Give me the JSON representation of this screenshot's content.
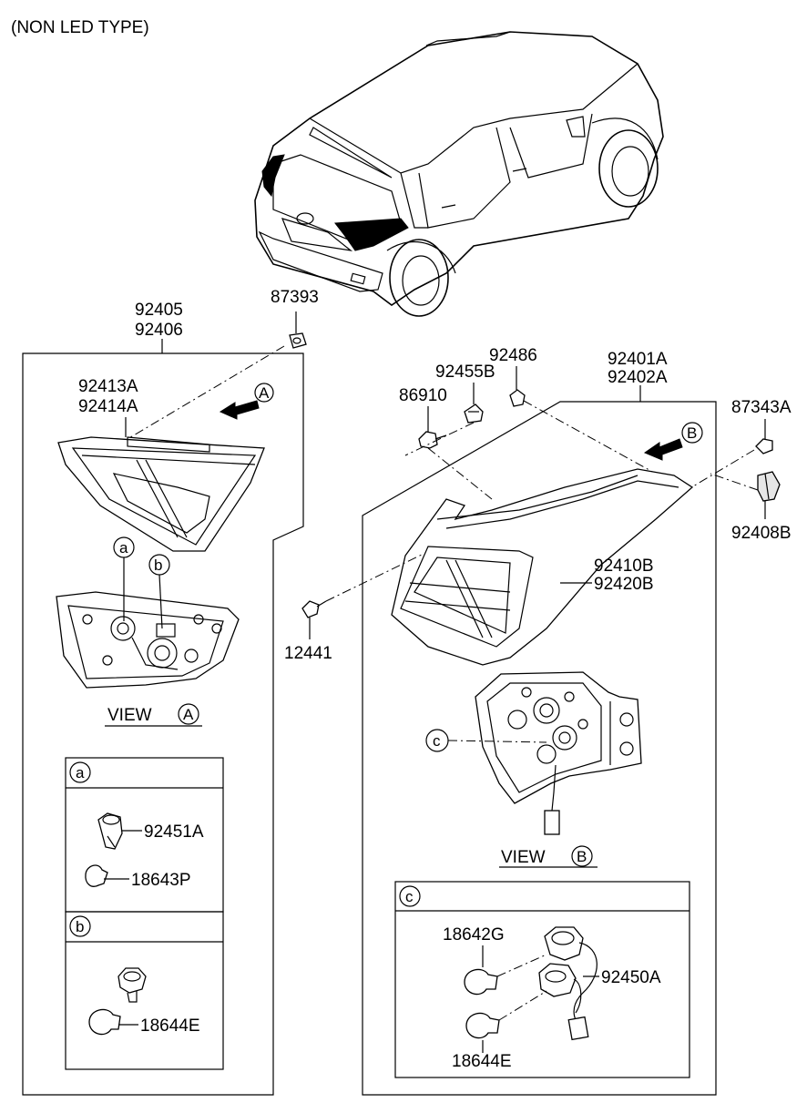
{
  "header": {
    "note": "(NON LED TYPE)"
  },
  "labels": {
    "p87393": "87393",
    "p92405": "92405",
    "p92406": "92406",
    "p92413A": "92413A",
    "p92414A": "92414A",
    "p92486": "92486",
    "p92455B": "92455B",
    "p86910": "86910",
    "p92401A": "92401A",
    "p92402A": "92402A",
    "p87343A": "87343A",
    "p92408B": "92408B",
    "p92410B": "92410B",
    "p92420B": "92420B",
    "p12441": "12441",
    "p92451A": "92451A",
    "p18643P": "18643P",
    "p18644E_b": "18644E",
    "p18642G": "18642G",
    "p92450A": "92450A",
    "p18644E_c": "18644E"
  },
  "views": {
    "view_a_text": "VIEW",
    "view_a_letter": "A",
    "view_b_text": "VIEW",
    "view_b_letter": "B"
  },
  "callouts": {
    "a": "a",
    "b": "b",
    "c": "c",
    "arrow_a": "A",
    "arrow_b": "B"
  },
  "detail_boxes": {
    "box_a_title": "a",
    "box_b_title": "b",
    "box_c_title": "c"
  }
}
